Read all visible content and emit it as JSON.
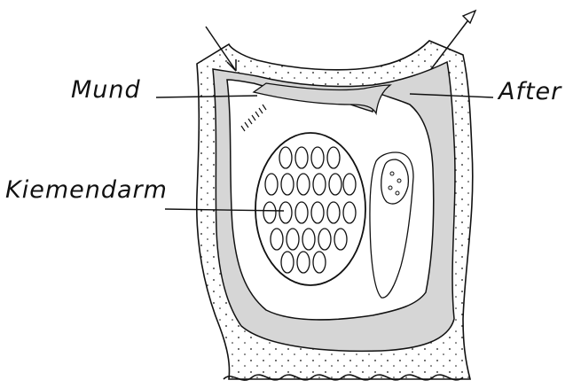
{
  "labels": {
    "mund": "Mund",
    "after": "After",
    "kiemendarm": "Kiemendarm"
  },
  "colors": {
    "ink": "#111111",
    "tissue": "#d6d6d6",
    "background": "#ffffff"
  }
}
